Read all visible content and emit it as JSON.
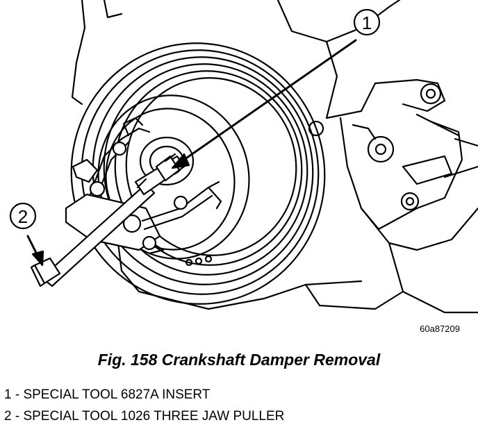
{
  "callouts": [
    {
      "number": "1"
    },
    {
      "number": "2"
    }
  ],
  "figure_id": "60a87209",
  "caption": "Fig. 158 Crankshaft Damper Removal",
  "legend": [
    "1 - SPECIAL TOOL 6827A INSERT",
    "2 - SPECIAL TOOL 1026 THREE JAW PULLER"
  ],
  "colors": {
    "line": "#000000",
    "background": "#ffffff"
  }
}
